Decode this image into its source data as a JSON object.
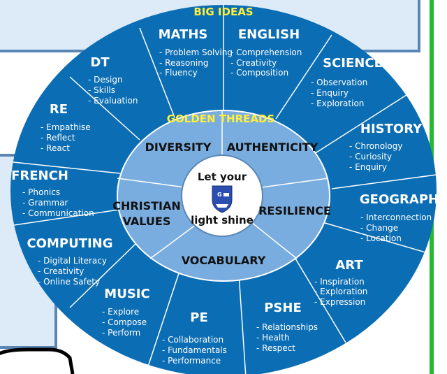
{
  "header": {
    "big_ideas": "BIG IDEAS",
    "golden_threads": "GOLDEN THREADS"
  },
  "center": {
    "line1": "Let your",
    "line2": "light shine",
    "logo_name": "school-crest-icon"
  },
  "threads": [
    {
      "name": "threads.diversity",
      "label": "DIVERSITY"
    },
    {
      "name": "threads.authenticity",
      "label": "AUTHENTICITY"
    },
    {
      "name": "threads.resilience",
      "label": "RESILIENCE"
    },
    {
      "name": "threads.vocabulary",
      "label": "VOCABULARY"
    },
    {
      "name": "threads.christian_values",
      "label": [
        "CHRISTIAN",
        "VALUES"
      ]
    }
  ],
  "subjects": [
    {
      "title": "MATHS",
      "items": [
        "- Problem Solving",
        "- Reasoning",
        "- Fluency"
      ]
    },
    {
      "title": "ENGLISH",
      "items": [
        "- Comprehension",
        "- Creativity",
        "- Composition"
      ]
    },
    {
      "title": "SCIENCE",
      "items": [
        "- Observation",
        "- Enquiry",
        "- Exploration"
      ]
    },
    {
      "title": "HISTORY",
      "items": [
        "- Chronology",
        "- Curiosity",
        "- Enquiry"
      ]
    },
    {
      "title": "GEOGRAPHY",
      "items": [
        "- Interconnection",
        "- Change",
        "- Location"
      ]
    },
    {
      "title": "ART",
      "items": [
        "- Inspiration",
        "- Exploration",
        "- Expression"
      ]
    },
    {
      "title": "PSHE",
      "items": [
        "- Relationships",
        "- Health",
        "- Respect"
      ]
    },
    {
      "title": "PE",
      "items": [
        "- Collaboration",
        "- Fundamentals",
        "- Performance"
      ]
    },
    {
      "title": "MUSIC",
      "items": [
        "- Explore",
        "- Compose",
        "- Perform"
      ]
    },
    {
      "title": "COMPUTING",
      "items": [
        "- Digital Literacy",
        "- Creativity",
        "- Online Safety"
      ]
    },
    {
      "title": "FRENCH",
      "items": [
        "- Phonics",
        "- Grammar",
        "- Communication"
      ]
    },
    {
      "title": "RE",
      "items": [
        "- Empathise",
        "- Reflect",
        "- React"
      ]
    },
    {
      "title": "DT",
      "items": [
        "- Design",
        "- Skills",
        "- Evaluation"
      ]
    }
  ],
  "colors": {
    "outer_ring": "#0b6db3",
    "inner_ring": "#7aaddf",
    "center_fill": "#ffffff",
    "accent_yellow": "#ffef3a",
    "background_box": "#ddeaf7",
    "box_border": "#5a86b5",
    "green_border": "#27b832",
    "black_shape": "#000000"
  }
}
